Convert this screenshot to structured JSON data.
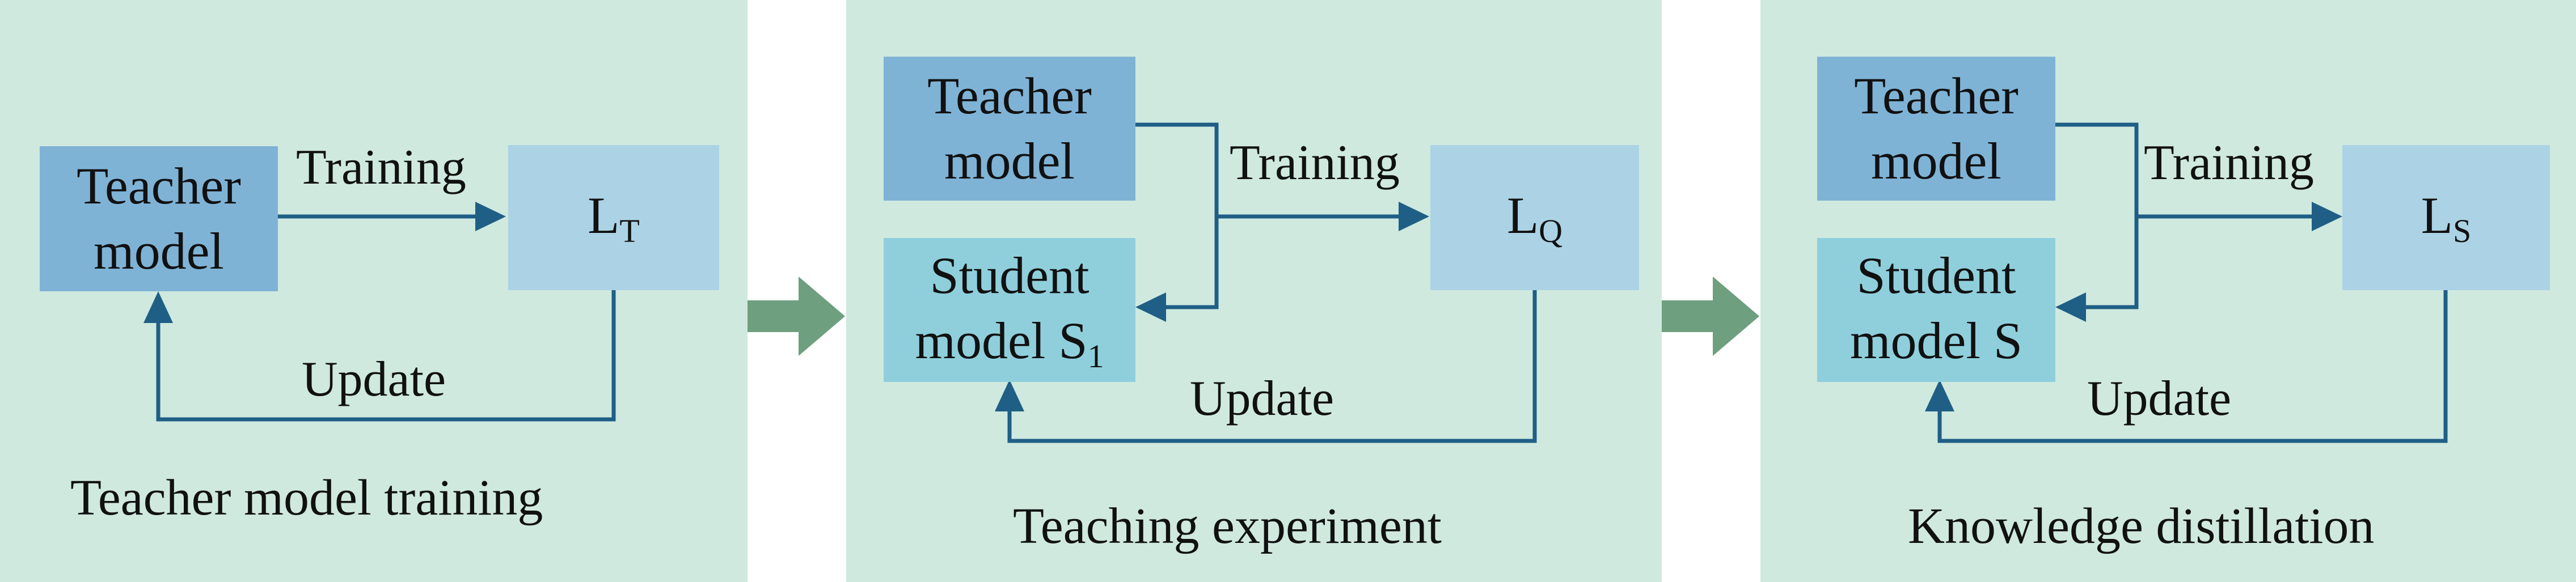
{
  "colors": {
    "panel_bg": "#cfe9df",
    "teacher_box": "#7fb3d6",
    "loss_box": "#abd3e5",
    "student_box": "#8fcfdc",
    "arrow": "#1f5f86",
    "stage_arrow": "#6e9f7e"
  },
  "panels": [
    {
      "caption": "Teacher model training",
      "teacher": "Teacher\nmodel",
      "loss": {
        "base": "L",
        "sub": "T"
      },
      "training_label": "Training",
      "update_label": "Update"
    },
    {
      "caption": "Teaching experiment",
      "teacher": "Teacher\nmodel",
      "student": {
        "text": "Student\nmodel S",
        "sub": "1"
      },
      "loss": {
        "base": "L",
        "sub": "Q"
      },
      "training_label": "Training",
      "update_label": "Update"
    },
    {
      "caption": "Knowledge distillation",
      "teacher": "Teacher\nmodel",
      "student": {
        "text": "Student\nmodel S",
        "sub": ""
      },
      "loss": {
        "base": "L",
        "sub": "S"
      },
      "training_label": "Training",
      "update_label": "Update"
    }
  ],
  "stage_arrows": [
    "stage-arrow",
    "stage-arrow"
  ]
}
